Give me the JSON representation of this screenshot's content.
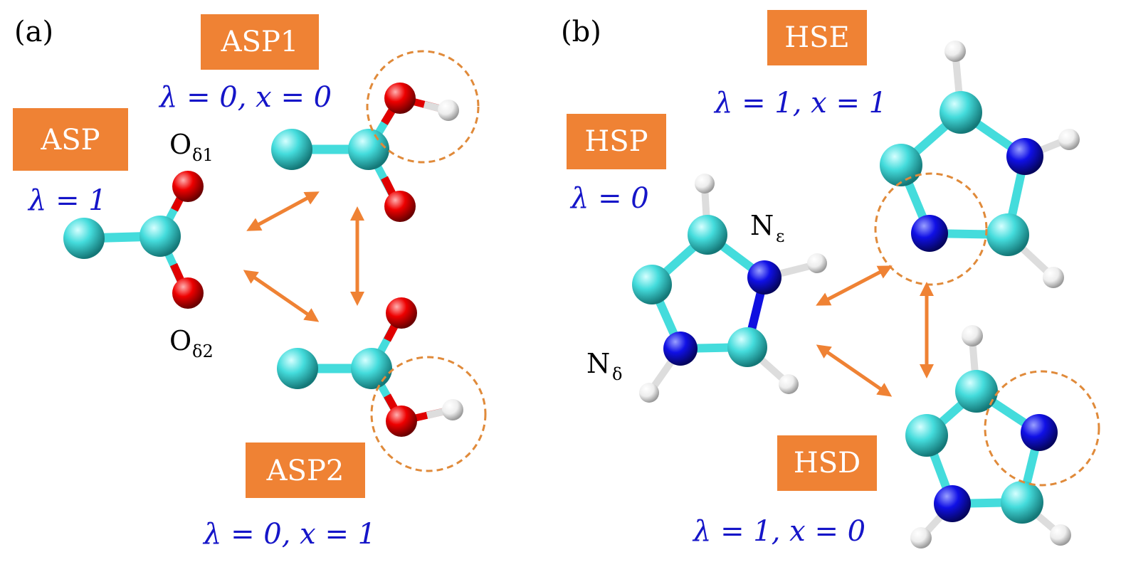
{
  "panels": {
    "a": "(a)",
    "b": "(b)"
  },
  "states": {
    "asp": {
      "name": "ASP",
      "lambda": "λ = 1"
    },
    "asp1": {
      "name": "ASP1",
      "lambda": "λ = 0,  x = 0"
    },
    "asp2": {
      "name": "ASP2",
      "lambda": "λ = 0,  x = 1"
    },
    "hsp": {
      "name": "HSP",
      "lambda": "λ = 0"
    },
    "hse": {
      "name": "HSE",
      "lambda": "λ = 1,  x = 1"
    },
    "hsd": {
      "name": "HSD",
      "lambda": "λ = 1,  x = 0"
    }
  },
  "atom_labels": {
    "od1": {
      "main": "O",
      "sub": "δ1"
    },
    "od2": {
      "main": "O",
      "sub": "δ2"
    },
    "ne": {
      "main": "N",
      "sub": "ε"
    },
    "nd": {
      "main": "N",
      "sub": "δ"
    }
  },
  "colors": {
    "label_box": "#ef8234",
    "lambda_text": "#1515c8",
    "carbon": "#3fd9d9",
    "oxygen": "#e00000",
    "nitrogen": "#1010e0",
    "hydrogen": "#f2f2f2",
    "arrow": "#ef8234",
    "circle": "#e08a3a"
  }
}
